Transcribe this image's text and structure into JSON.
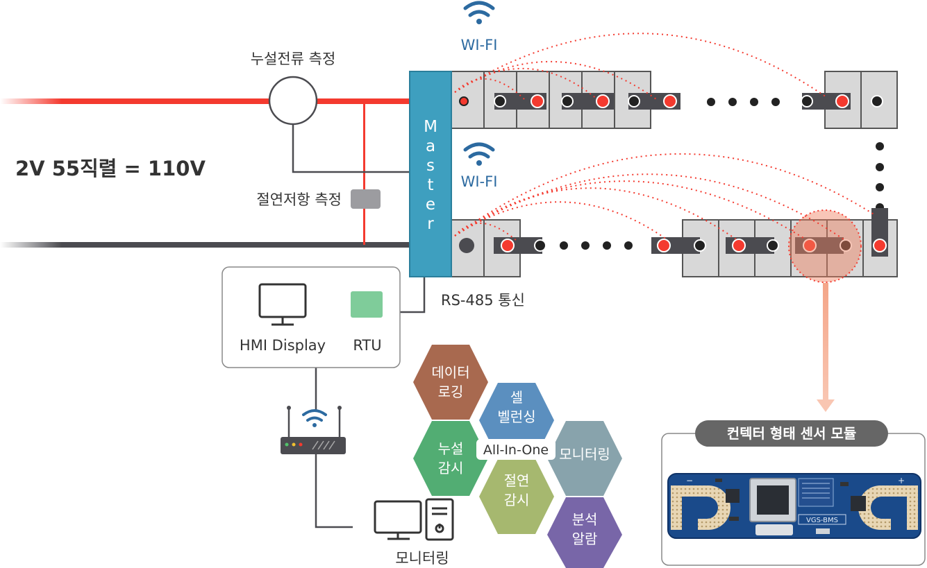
{
  "title": "2V 55직렬 = 110V",
  "labels": {
    "leakage_measure": "누설전류 측정",
    "insulation_measure": "절연저항 측정",
    "master": "Master",
    "wifi_top": "WI-FI",
    "wifi_bottom": "WI-FI",
    "rs485": "RS-485 통신",
    "hmi": "HMI Display",
    "rtu": "RTU",
    "pc_monitoring": "모니터링",
    "sensor_title": "컨텍터 형태 센서 모듈",
    "board_label": "VGS-BMS",
    "board_minus": "−",
    "board_plus": "+"
  },
  "hexagons": {
    "data_logging": {
      "line1": "데이터",
      "line2": "로깅",
      "color": "#a8694f"
    },
    "cell_balancing": {
      "line1": "셀",
      "line2": "벨런싱",
      "color": "#5b8fbf"
    },
    "leak_monitor": {
      "line1": "누설",
      "line2": "감시",
      "color": "#52ad73"
    },
    "monitoring": {
      "line1": "모니터링",
      "line2": "",
      "color": "#88a3ac"
    },
    "insulation_monitor": {
      "line1": "절연",
      "line2": "감시",
      "color": "#a6b86f"
    },
    "analysis_alarm": {
      "line1": "분석",
      "line2": "알람",
      "color": "#7866a8"
    },
    "center": "All-In-One"
  },
  "colors": {
    "master": "#3e9fbf",
    "red_line": "#f43a2f",
    "dark_line": "#4b4b50",
    "wifi": "#2c6aa0",
    "cell": "#d8d8d8",
    "rtu": "#7fcc9a",
    "highlight": "#f08060",
    "board": "#1a4a8a"
  }
}
